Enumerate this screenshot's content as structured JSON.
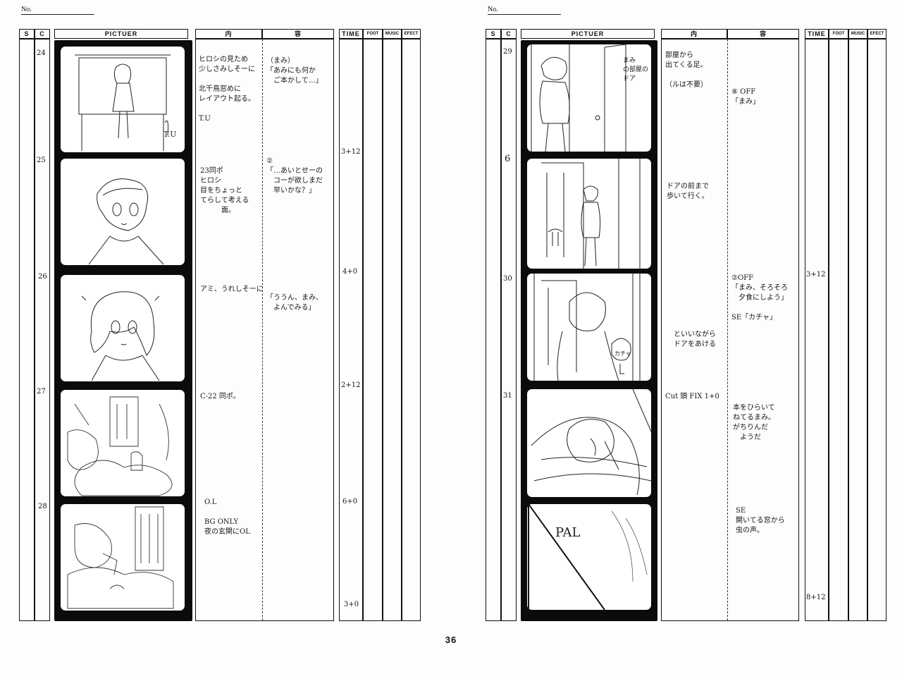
{
  "header": {
    "no_label": "No.",
    "cols": {
      "s": "S",
      "c": "C",
      "picture": "PICTUER",
      "content_a": "内",
      "content_b": "容",
      "time": "TIME",
      "foot": "FOOT",
      "music": "MUSIC",
      "effect": "EFECT"
    }
  },
  "page_number": "36",
  "left": {
    "cuts": [
      "24",
      "25",
      "26",
      "27",
      "28"
    ],
    "notes": [
      {
        "left": "ヒロシの見ため\n少しさみしそーに\n\n北千鳥窓めに\nレイアウト起る。\n\nT.U",
        "right": "（まみ）\n「あみにも何か\n　ご本かして…」"
      },
      {
        "left": "23同ポ\nヒロシ\n目をちょっと\nてらして考える\n　　　面。",
        "right": "②\n「…あいとせーの\n　コーが欲しまだ\n　早いかな？」"
      },
      {
        "left": "アミ、うれしそーに",
        "right": "「ううん、まみ、\n　よんでみる」"
      },
      {
        "left": "C-22 同ポ。",
        "right": ""
      },
      {
        "left": "O.L\n\nBG ONLY\n夜の玄関にOL",
        "right": ""
      }
    ],
    "times": [
      "3+12",
      "4+0",
      "2+12",
      "6+0",
      "3+0"
    ],
    "frame_labels": [
      "T.U"
    ]
  },
  "right": {
    "cuts": [
      "29",
      "30",
      "31"
    ],
    "s_mark": "6",
    "notes": [
      {
        "left": "部屋から\n出てくる足。\n\n（ルは不要）",
        "mid": "まみ\nの部屋の\nドア",
        "right": "⑧ OFF\n「まみ」"
      },
      {
        "left": "ドアの前まで\n歩いて行く。",
        "mid": "",
        "right": ""
      },
      {
        "left": "といいながら\nドアをあける",
        "mid": "",
        "right": "②OFF\n「まみ、そろそろ\n　夕食にしよう」\n\nSE「カチャ」"
      },
      {
        "left": "Cut 頭 FIX 1+0",
        "mid": "",
        "right": "本をひらいて\nねてるまみ。\nがちりんだ\n　ようだ"
      },
      {
        "left": "",
        "mid": "",
        "right": "SE\n開いてる窓から\n虫の声。"
      }
    ],
    "times": [
      "3+12",
      "8+12"
    ],
    "frame_labels": [
      "カチャ",
      "PAL"
    ]
  }
}
